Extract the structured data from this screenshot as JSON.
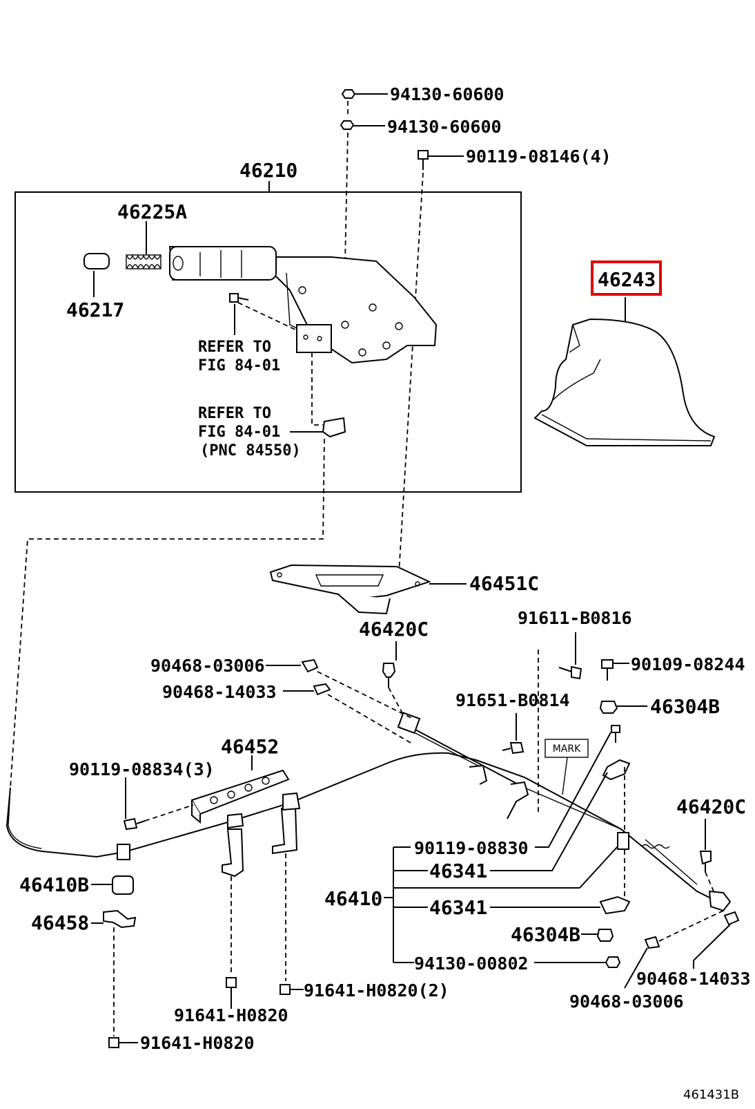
{
  "labels": {
    "p94130_60600_a": "94130-60600",
    "p94130_60600_b": "94130-60600",
    "p90119_08146": "90119-08146(4)",
    "p46210": "46210",
    "p46225a": "46225A",
    "p46217": "46217",
    "p46243": "46243",
    "refer1_line1": "REFER TO",
    "refer1_line2": "FIG 84-01",
    "refer2_line1": "REFER TO",
    "refer2_line2": "FIG 84-01",
    "refer2_line3": "(PNC 84550)",
    "p46451c": "46451C",
    "p46420c_top": "46420C",
    "p91611_b0816": "91611-B0816",
    "p90468_03006_top": "90468-03006",
    "p90109_08244": "90109-08244",
    "p90468_14033_top": "90468-14033",
    "p91651_b0814": "91651-B0814",
    "p46304b_top": "46304B",
    "p46452": "46452",
    "mark": "MARK",
    "p90119_08834": "90119-08834(3)",
    "p46420c_right": "46420C",
    "p90119_08830": "90119-08830",
    "p46341_a": "46341",
    "p46410b": "46410B",
    "p46410": "46410",
    "p46341_b": "46341",
    "p46458": "46458",
    "p46304b_bottom": "46304B",
    "p94130_00802": "94130-00802",
    "p90468_14033_bottom": "90468-14033",
    "p91641_h0820_2": "91641-H0820(2)",
    "p90468_03006_bottom": "90468-03006",
    "p91641_h0820_a": "91641-H0820",
    "p91641_h0820_b": "91641-H0820",
    "figure_id": "461431B"
  },
  "colors": {
    "highlight": "#e00000",
    "ink": "#000000"
  }
}
